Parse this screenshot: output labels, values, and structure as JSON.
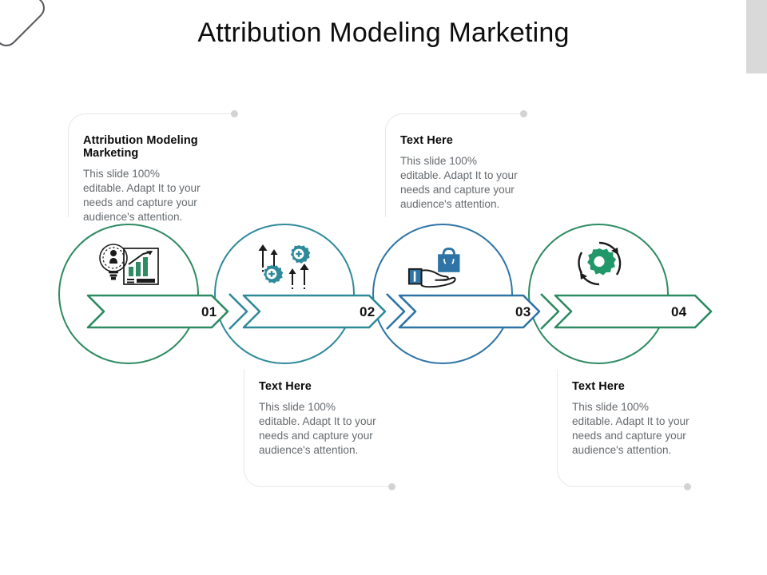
{
  "slide": {
    "title": "Attribution Modeling Marketing",
    "background": "#ffffff"
  },
  "decor": {
    "corner_shape": "rounded-diamond",
    "corner_color": "#55565a",
    "right_bar_color": "#d9d9d9",
    "card_border_color": "#e8e8e8",
    "dot_color": "#d3d3d3"
  },
  "palette": {
    "green": "#2e8b62",
    "teal": "#2f8a9b",
    "blue": "#2e74a6",
    "green2": "#2e8b62",
    "body_text": "#666a6e",
    "heading_text": "#0a0a0a"
  },
  "body_text": "This slide 100%\neditable. Adapt It to your\nneeds and capture your\naudience's attention.",
  "steps": [
    {
      "number": "01",
      "title": "Attribution Modeling Marketing",
      "body": "This slide 100%\neditable. Adapt It to your\nneeds and capture your\naudience's attention.",
      "position": "top",
      "color": "#2e8b62",
      "icon": "lightbulb-person-bar-chart-icon"
    },
    {
      "number": "02",
      "title": "Text Here",
      "body": "This slide 100%\neditable. Adapt It to your\nneeds and capture your\naudience's attention.",
      "position": "bottom",
      "color": "#2f8a9b",
      "icon": "gears-arrows-up-icon"
    },
    {
      "number": "03",
      "title": "Text Here",
      "body": "This slide 100%\neditable. Adapt It to your\nneeds and capture your\naudience's attention.",
      "position": "top",
      "color": "#2e74a6",
      "icon": "hand-shopping-bag-icon"
    },
    {
      "number": "04",
      "title": "Text Here",
      "body": "This slide 100%\neditable. Adapt It to your\nneeds and capture your\naudience's attention.",
      "position": "bottom",
      "color": "#2e8b62",
      "icon": "gear-refresh-cycle-icon"
    }
  ]
}
